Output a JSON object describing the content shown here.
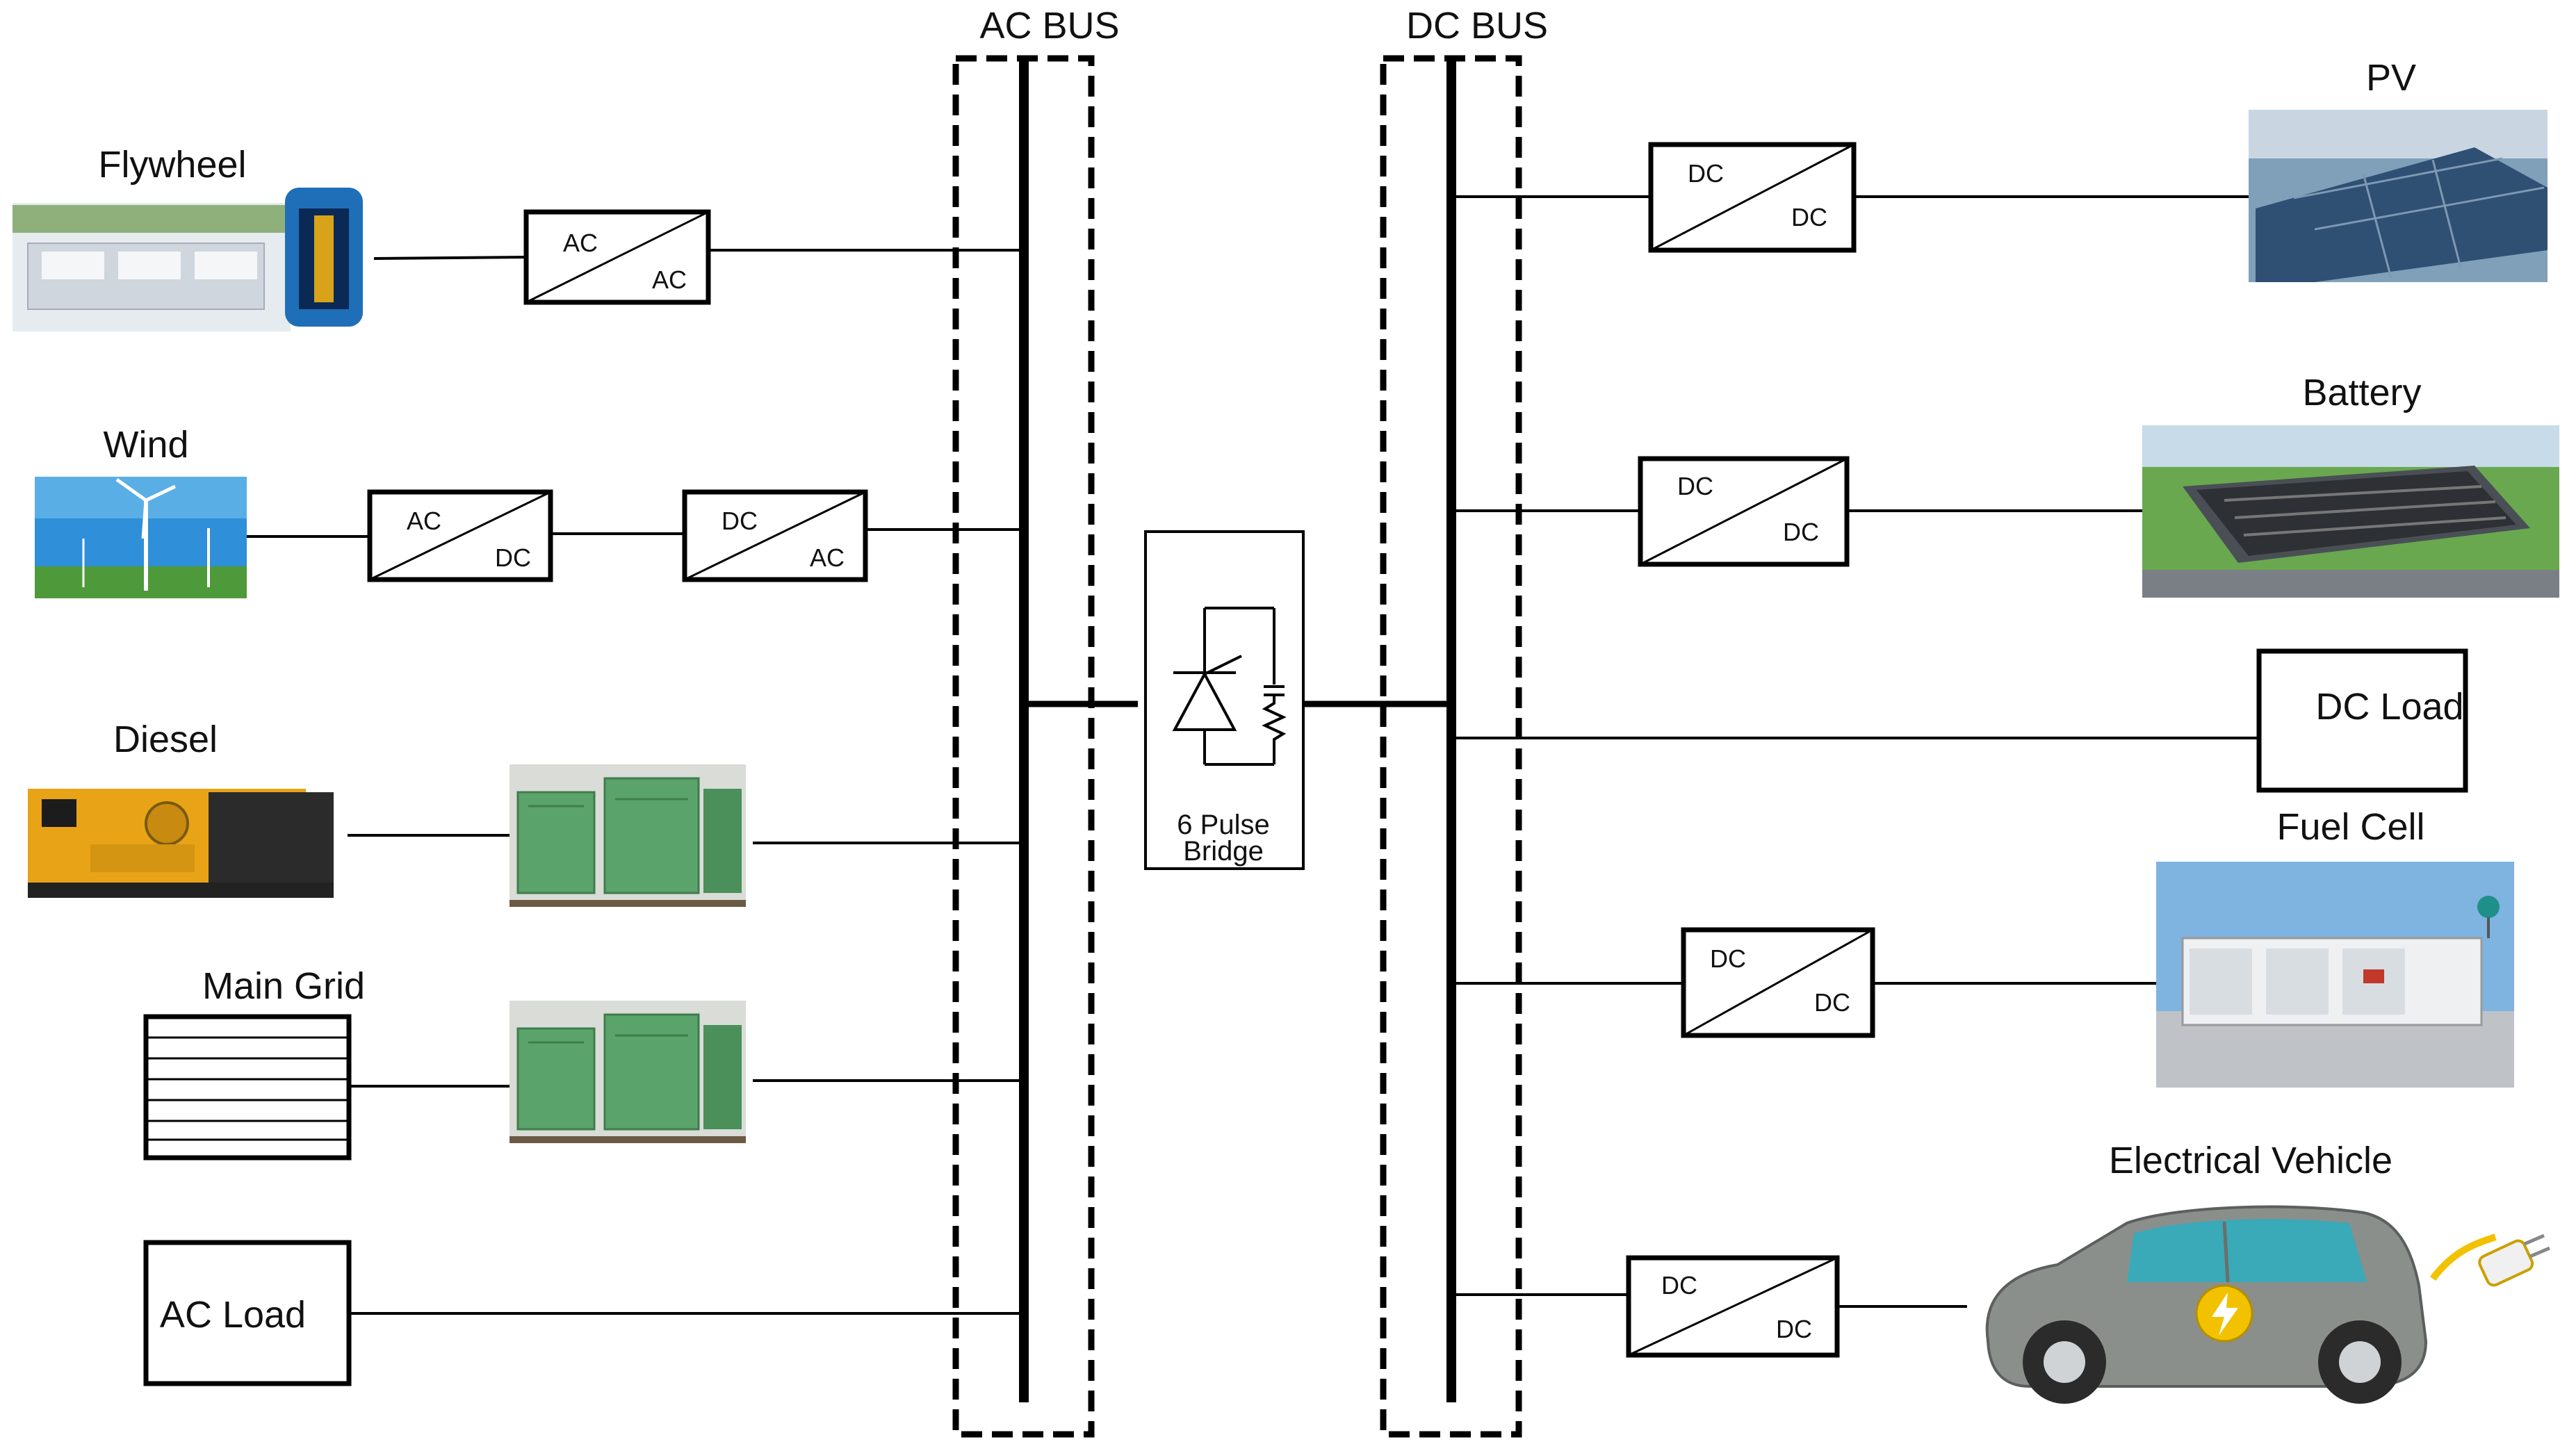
{
  "buses": {
    "ac_label": "AC BUS",
    "dc_label": "DC BUS"
  },
  "sources": {
    "flywheel": "Flywheel",
    "wind": "Wind",
    "diesel": "Diesel",
    "main_grid": "Main Grid",
    "ac_load": "AC Load",
    "pv": "PV",
    "battery": "Battery",
    "dc_load": "DC Load",
    "fuel_cell": "Fuel Cell",
    "ev": "Electrical Vehicle"
  },
  "bridge": {
    "line1": "6 Pulse",
    "line2": "Bridge"
  },
  "converters": {
    "ac": "AC",
    "dc": "DC"
  },
  "colors": {
    "line": "#000000",
    "genset": "#e8a317",
    "transformer": "#5aa36a",
    "pv_panel": "#2f4f73",
    "sky": "#2f8fd8",
    "grass": "#6aa84f",
    "car_body": "#8a8f8c",
    "bolt": "#f2c200"
  },
  "icons": [
    "flywheel-icon",
    "wind-turbine-icon",
    "diesel-generator-icon",
    "transformer-icon",
    "grid-icon",
    "solar-panel-icon",
    "battery-facility-icon",
    "fuel-cell-icon",
    "electric-car-icon",
    "thyristor-icon"
  ]
}
